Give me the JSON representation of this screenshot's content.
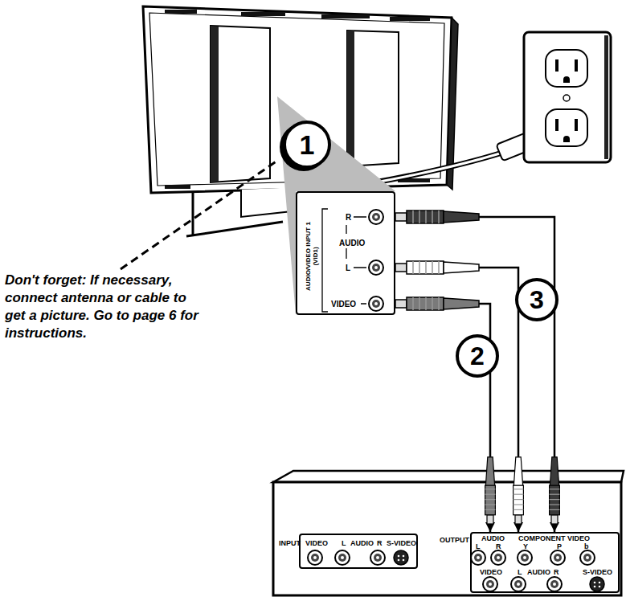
{
  "diagram": {
    "nodes": [
      {
        "text": [
          "1"
        ]
      },
      {
        "text": [
          "AUDIO/VIDEO INPUT 1 (VID1)",
          "R",
          "AUDIO",
          "L",
          "VIDEO"
        ]
      },
      {
        "text": [
          "3"
        ]
      },
      {
        "text": [
          "2"
        ]
      },
      {
        "text": [
          "INPUT",
          "VIDEO",
          "L",
          "AUDIO",
          "R",
          "S-VIDEO"
        ]
      },
      {
        "text": [
          "OUTPUT",
          "AUDIO",
          "L",
          "R",
          "COMPONENT VIDEO",
          "Y",
          "P",
          "b",
          "VIDEO",
          "L",
          "AUDIO",
          "R",
          "S-VIDEO"
        ]
      }
    ],
    "edges": [
      {
        "from": 1,
        "to": 5,
        "arrow": "to"
      },
      {
        "from": 1,
        "to": 5,
        "arrow": "to"
      },
      {
        "from": 1,
        "to": 5,
        "arrow": "to"
      }
    ],
    "labels": [
      "Don't forget: If necessary, connect antenna or cable to get a picture. Go to page 6 for instructions."
    ]
  }
}
